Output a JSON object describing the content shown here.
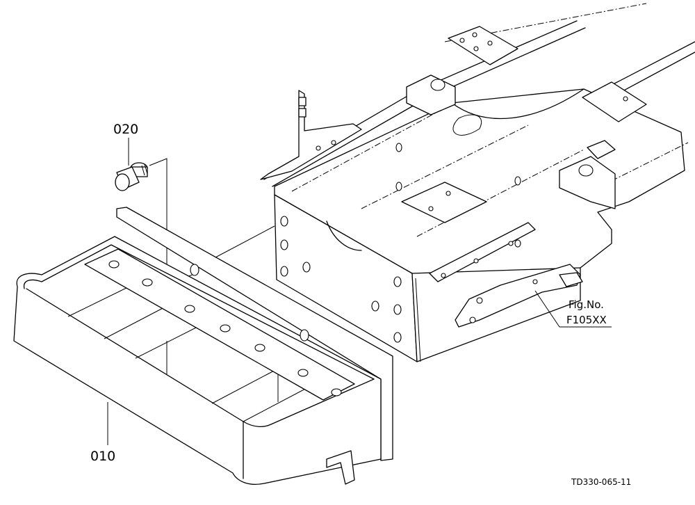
{
  "labels": {
    "part_020": "020",
    "part_010": "010",
    "fig_no_line1": "Fig.No.",
    "fig_no_line2": "F105XX",
    "drawing_code": "TD330-065-11"
  },
  "icons": {
    "bolt": "bolt-icon",
    "step_tray": "step-tray-icon",
    "frame": "frame-icon"
  }
}
